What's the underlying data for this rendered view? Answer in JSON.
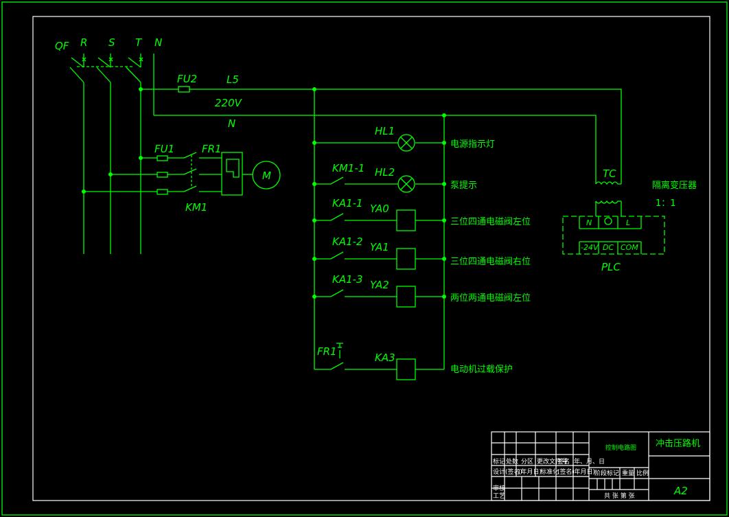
{
  "supply": {
    "breaker": "QF",
    "phase_r": "R",
    "phase_s": "S",
    "phase_t": "T",
    "neutral": "N"
  },
  "control_line": {
    "fuse": "FU2",
    "line": "L5",
    "voltage": "220V",
    "neutral": "N"
  },
  "motor": {
    "fuse": "FU1",
    "relay": "FR1",
    "contactor": "KM1",
    "motor": "M"
  },
  "rungs": [
    {
      "contact": "",
      "device": "HL1",
      "desc": "电源指示灯"
    },
    {
      "contact": "KM1-1",
      "device": "HL2",
      "desc": "泵提示"
    },
    {
      "contact": "KA1-1",
      "device": "YA0",
      "desc": "三位四通电磁阀左位"
    },
    {
      "contact": "KA1-2",
      "device": "YA1",
      "desc": "三位四通电磁阀右位"
    },
    {
      "contact": "KA1-3",
      "device": "YA2",
      "desc": "两位两通电磁阀左位"
    },
    {
      "contact": "FR1",
      "device": "KA3",
      "desc": "电动机过载保护"
    }
  ],
  "transformer": {
    "tag": "TC",
    "title": "隔离变压器",
    "ratio": "1：1"
  },
  "plc": {
    "label": "PLC",
    "n": "N",
    "l": "L",
    "v24": "-24V",
    "dc": "DC",
    "com": "COM"
  },
  "title_block": {
    "drawing_name": "控制电路图",
    "product": "冲击压路机",
    "size": "A2",
    "header_cols": [
      "标记",
      "处数",
      "分区",
      "更改文件号",
      "签名",
      "年、月、日"
    ],
    "design_row": [
      "设计",
      "(签名)",
      "(年月日)",
      "标准化",
      "(签名)",
      "(年月日)"
    ],
    "review": "审核",
    "process": "工艺",
    "stage_mark": "阶段标记",
    "weight": "重量",
    "scale": "比例",
    "sheets": "共  张 第  张"
  }
}
